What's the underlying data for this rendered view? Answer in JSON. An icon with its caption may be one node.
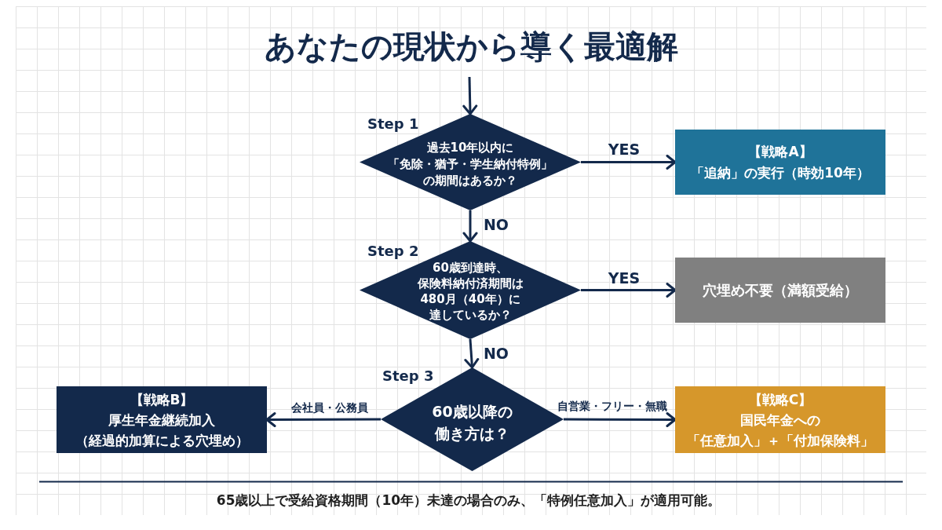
{
  "diagram": {
    "title": "あなたの現状から導く最適解",
    "nodes": [
      {
        "text": [
          "Step 1",
          "過去10年以内に「免除・猶予・学生納付特例」の期間はあるか？"
        ]
      },
      {
        "text": [
          "【戦略A】",
          "「追納」の実行（時効10年）"
        ]
      },
      {
        "text": [
          "Step 2",
          "60歳到達時、保険料納付済期間は480月（40年）に達しているか？"
        ]
      },
      {
        "text": [
          "穴埋め不要（満額受給）"
        ]
      },
      {
        "text": [
          "Step 3",
          "60歳以降の働き方は？"
        ]
      },
      {
        "text": [
          "【戦略B】",
          "厚生年金継続加入（経過的加算による穴埋め）"
        ]
      },
      {
        "text": [
          "【戦略C】",
          "国民年金への「任意加入」＋「付加保険料」"
        ]
      }
    ],
    "edges": [
      {
        "from": null,
        "to": 0,
        "arrow": "to"
      },
      {
        "from": 0,
        "to": 1,
        "arrow": "to",
        "label": "YES"
      },
      {
        "from": 0,
        "to": 2,
        "arrow": "to",
        "label": "NO"
      },
      {
        "from": 2,
        "to": 3,
        "arrow": "to",
        "label": "YES"
      },
      {
        "from": 2,
        "to": 4,
        "arrow": "to",
        "label": "NO"
      },
      {
        "from": 4,
        "to": 5,
        "arrow": "to",
        "label": "会社員・公務員"
      },
      {
        "from": 4,
        "to": 6,
        "arrow": "to",
        "label": "自営業・フリー・無職"
      }
    ],
    "labels": [
      "65歳以上で受給資格期間（10年）未達の場合のみ、「特例任意加入」が適用可能。"
    ]
  }
}
